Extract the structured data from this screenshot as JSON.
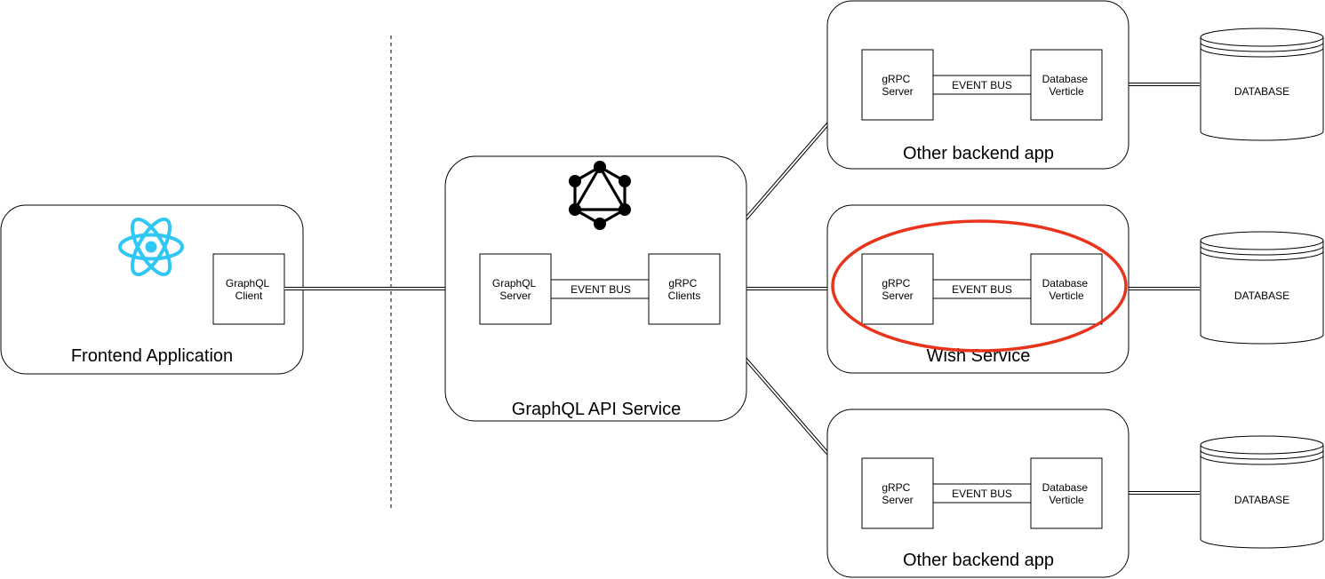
{
  "colors": {
    "react": "#2fc8f4",
    "graphql": "#000000",
    "highlight": "#e8341c"
  },
  "icons": {
    "react": "react-logo-icon",
    "graphql": "graphql-logo-icon"
  },
  "frontend": {
    "title": "Frontend Application",
    "graphql_client": [
      "GraphQL",
      "Client"
    ]
  },
  "api_service": {
    "title": "GraphQL API Service",
    "graphql_server": [
      "GraphQL",
      "Server"
    ],
    "event_bus": "EVENT BUS",
    "grpc_clients": [
      "gRPC",
      "Clients"
    ]
  },
  "backends": [
    {
      "title": "Other backend app",
      "grpc_server": [
        "gRPC",
        "Server"
      ],
      "event_bus": "EVENT BUS",
      "database_verticle": [
        "Database",
        "Verticle"
      ],
      "database": "DATABASE",
      "highlighted": false
    },
    {
      "title": "Wish Service",
      "grpc_server": [
        "gRPC",
        "Server"
      ],
      "event_bus": "EVENT BUS",
      "database_verticle": [
        "Database",
        "Verticle"
      ],
      "database": "DATABASE",
      "highlighted": true
    },
    {
      "title": "Other backend app",
      "grpc_server": [
        "gRPC",
        "Server"
      ],
      "event_bus": "EVENT BUS",
      "database_verticle": [
        "Database",
        "Verticle"
      ],
      "database": "DATABASE",
      "highlighted": false
    }
  ]
}
